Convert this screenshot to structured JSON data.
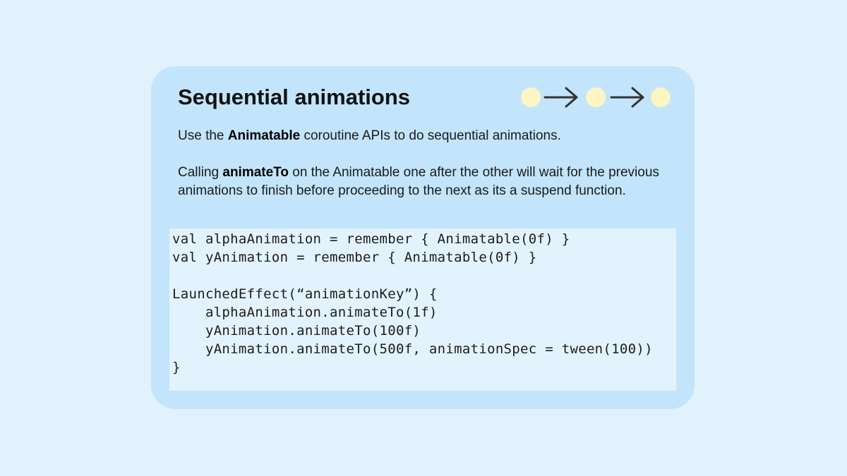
{
  "card": {
    "title": "Sequential animations",
    "flow_icon": "circle-arrow-circle-arrow-circle",
    "paragraph1": {
      "before": "Use the ",
      "bold": "Animatable",
      "after": " coroutine APIs to do sequential animations."
    },
    "paragraph2": {
      "before": "Calling ",
      "bold": "animateTo",
      "after": " on the Animatable one after the other will wait for the previous animations to finish before proceeding to the next as its a suspend function."
    },
    "code_lines": [
      "val alphaAnimation = remember { Animatable(0f) }",
      "val yAnimation = remember { Animatable(0f) }",
      "",
      "LaunchedEffect(“animationKey”) {",
      "    alphaAnimation.animateTo(1f)",
      "    yAnimation.animateTo(100f)",
      "    yAnimation.animateTo(500f, animationSpec = tween(100))",
      "}"
    ]
  },
  "colors": {
    "background": "#e1f2fd",
    "card": "#c2e5fc",
    "code_panel": "#e3f3fd",
    "dot": "#fdf5c4",
    "arrow": "#333333"
  }
}
